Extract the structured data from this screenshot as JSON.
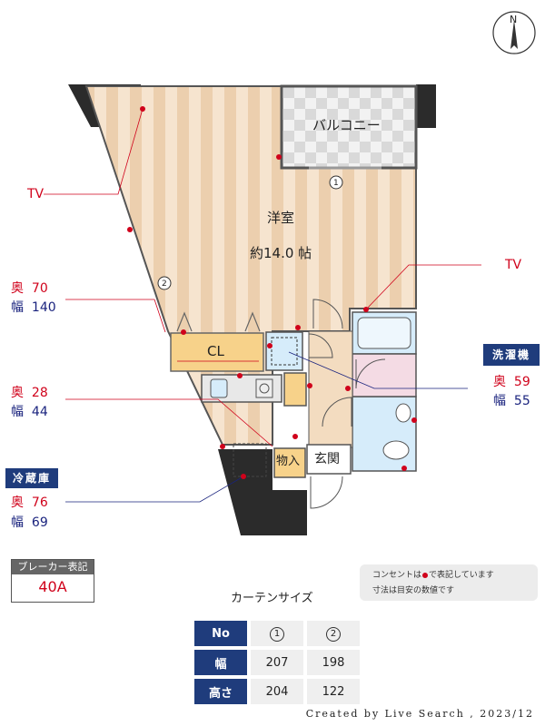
{
  "rooms": {
    "balcony": "バルコニー",
    "western_room": "洋室",
    "western_room_size": "約14.0 帖",
    "closet": "CL",
    "storage": "物入",
    "entrance": "玄関"
  },
  "window_markers": [
    "1",
    "2"
  ],
  "compass": "N",
  "tv_labels": [
    "TV",
    "TV"
  ],
  "dimensions": {
    "closet_window": {
      "depth_label": "奥",
      "depth": "70",
      "width_label": "幅",
      "width": "140"
    },
    "kitchen": {
      "depth_label": "奥",
      "depth": "28",
      "width_label": "幅",
      "width": "44"
    },
    "fridge": {
      "title": "冷蔵庫",
      "depth_label": "奥",
      "depth": "76",
      "width_label": "幅",
      "width": "69"
    },
    "washer": {
      "title": "洗濯機",
      "depth_label": "奥",
      "depth": "59",
      "width_label": "幅",
      "width": "55"
    }
  },
  "breaker": {
    "title": "ブレーカー表記",
    "value": "40A"
  },
  "note": {
    "line1_before": "コンセントは",
    "line1_after": "で表記しています",
    "line2": "寸法は目安の数値です"
  },
  "curtain": {
    "title": "カーテンサイズ",
    "header": [
      "No",
      "1",
      "2"
    ],
    "width_label": "幅",
    "widths": [
      "207",
      "198"
    ],
    "height_label": "高さ",
    "heights": [
      "204",
      "122"
    ]
  },
  "credit": "Created by Live Search , 2023/12",
  "colors": {
    "accent": "#1f3c7c",
    "outlet": "#d0021b",
    "wall": "#2b2b2b",
    "floor": "#f3dcc0"
  }
}
